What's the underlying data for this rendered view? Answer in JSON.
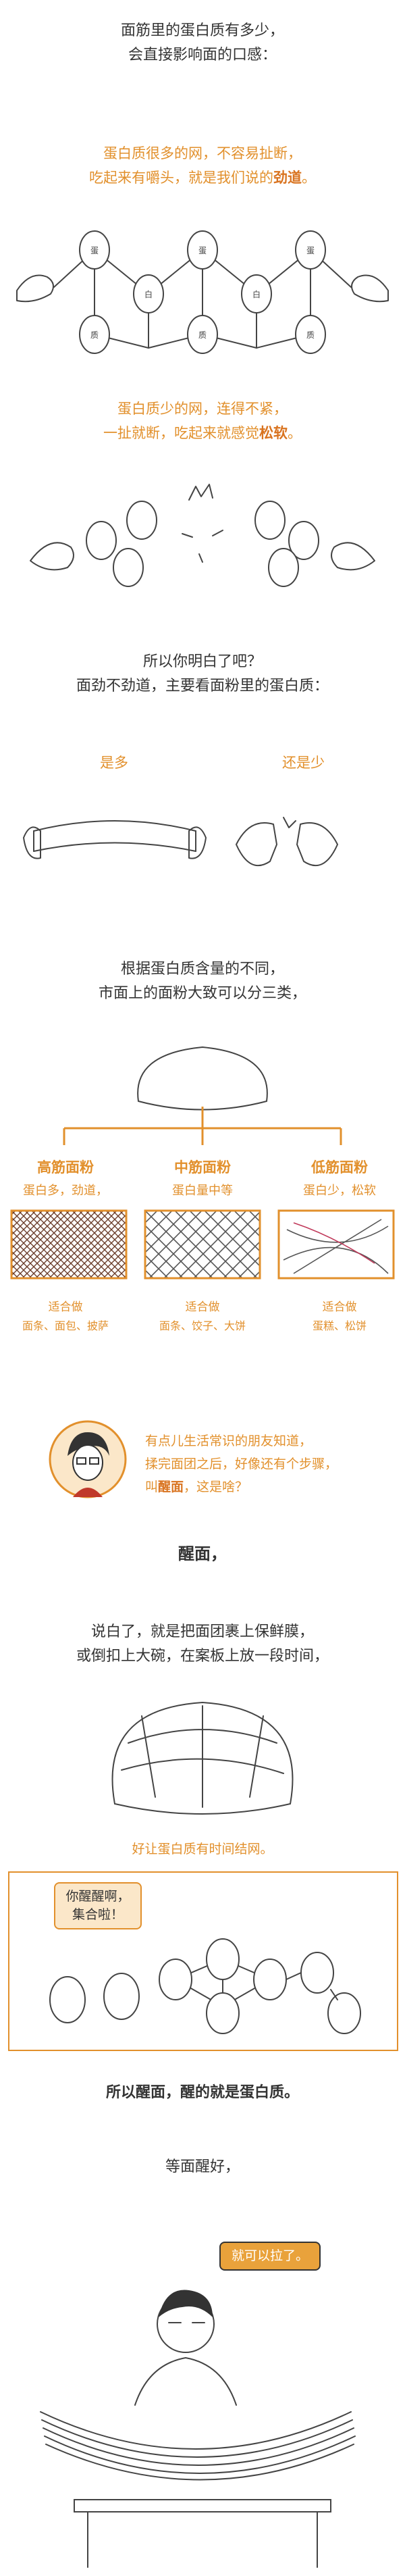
{
  "intro": {
    "line1": "面筋里的蛋白质有多少，",
    "line2": "会直接影响面的口感："
  },
  "strong_net": {
    "line1": "蛋白质很多的网，不容易扯断，",
    "line2_prefix": "吃起来有嚼头，就是我们说的",
    "line2_emph": "劲道",
    "line2_suffix": "。"
  },
  "weak_net": {
    "line1": "蛋白质少的网，连得不紧，",
    "line2_prefix": "一扯就断，吃起来就感觉",
    "line2_emph": "松软",
    "line2_suffix": "。"
  },
  "understand": {
    "line1": "所以你明白了吧？",
    "line2": "面劲不劲道，主要看面粉里的蛋白质："
  },
  "compare": {
    "left_label": "是多",
    "right_label": "还是少"
  },
  "classify": {
    "line1": "根据蛋白质含量的不同，",
    "line2": "市面上的面粉大致可以分三类，"
  },
  "flours": [
    {
      "name": "高筋面粉",
      "desc": "蛋白多，劲道，",
      "suit": "适合做",
      "uses": "面条、面包、披萨"
    },
    {
      "name": "中筋面粉",
      "desc": "蛋白量中等",
      "suit": "适合做",
      "uses": "面条、饺子、大饼"
    },
    {
      "name": "低筋面粉",
      "desc": "蛋白少，松软",
      "suit": "适合做",
      "uses": "蛋糕、松饼"
    }
  ],
  "question": {
    "line1": "有点儿生活常识的朋友知道，",
    "line2": "揉完面团之后，好像还有个步骤，",
    "line3_prefix": "叫",
    "line3_emph": "醒面",
    "line3_suffix": "，这是啥？"
  },
  "wake_title": "醒面，",
  "wake_explain": {
    "line1": "说白了，就是把面团裹上保鲜膜，",
    "line2": "或倒扣上大碗，在案板上放一段时间，"
  },
  "wake_goal": "好让蛋白质有时间结网。",
  "bubble_wake": {
    "line1": "你醒醒啊，",
    "line2": "集合啦！"
  },
  "conclusion": "所以醒面，醒的就是蛋白质。",
  "wait": "等面醒好，",
  "bubble_pull": "就可以拉了。",
  "colors": {
    "accent": "#e2902c",
    "bubble_fill": "#fbe7c9",
    "text": "#333333"
  }
}
